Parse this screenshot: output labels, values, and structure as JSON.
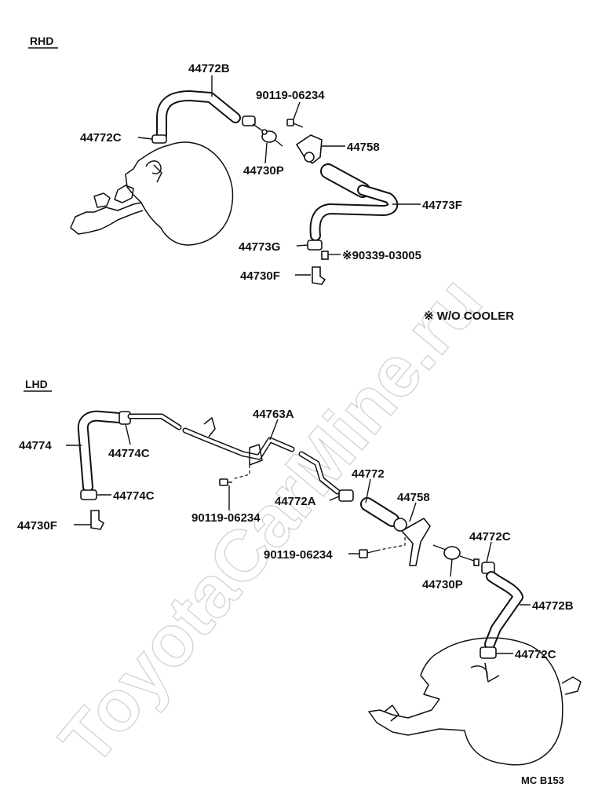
{
  "sections": {
    "rhd": "RHD",
    "lhd": "LHD",
    "note": "※ W/O COOLER"
  },
  "rhd_labels": {
    "hose_upper": "44772B",
    "bolt": "90119-06234",
    "clamp_left": "44772C",
    "bracket": "44758",
    "valve": "44730P",
    "hose_lower": "44773F",
    "clamp_lower": "44773G",
    "cooler_part": "※90339-03005",
    "fitting": "44730F"
  },
  "lhd_labels": {
    "hose_left": "44774",
    "clamp_top": "44774C",
    "clamp_bottom": "44774C",
    "fitting": "44730F",
    "pipe": "44763A",
    "bolt_left": "90119-06234",
    "hose_mid": "44772",
    "clamp_mid": "44772A",
    "bracket": "44758",
    "bolt_right": "90119-06234",
    "valve": "44730P",
    "clamp_upper": "44772C",
    "hose_right": "44772B",
    "clamp_lower": "44772C"
  },
  "footer": {
    "code": "MC B153"
  },
  "watermark": "ToyotaCarMine.ru"
}
